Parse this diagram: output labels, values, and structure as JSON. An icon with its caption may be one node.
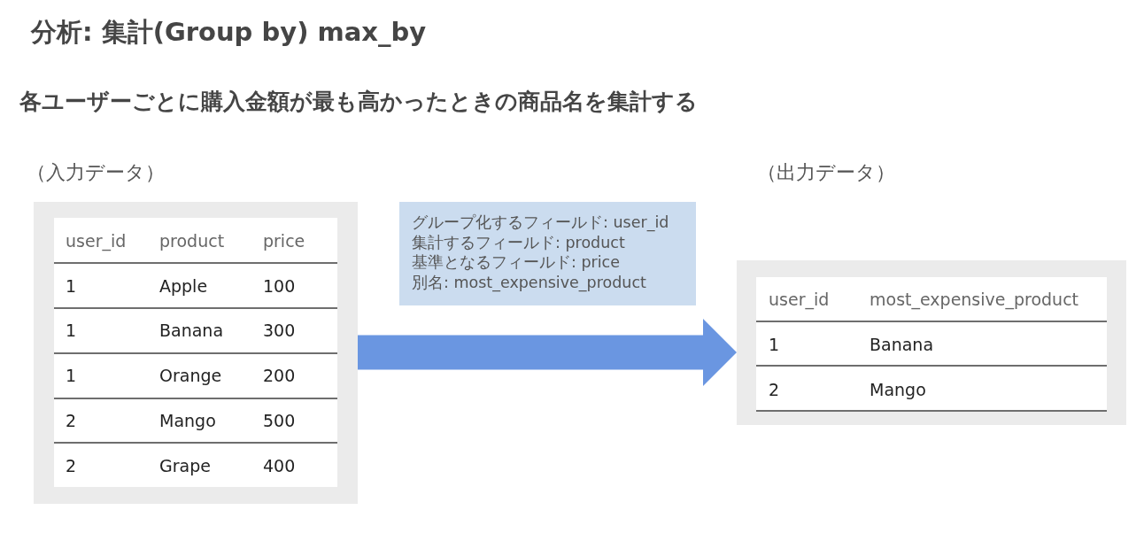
{
  "diagram": {
    "title": "分析: 集計(Group by) max_by",
    "nodes": [
      {
        "text": [
          "（入力データ）"
        ]
      },
      {
        "text": [
          "グループ化するフィールド: user_id",
          "集計するフィールド: product",
          "基準となるフィールド: price",
          "別名: most_expensive_product"
        ]
      },
      {
        "text": [],
        "shape": "box"
      }
    ],
    "edges": [
      {
        "from": 0,
        "to": 2,
        "arrow": "to"
      }
    ],
    "labels": [
      "各ユーザーごとに購入金額が最も高かったときの商品名を集計する",
      "（出力データ）",
      "user_id",
      "product",
      "price",
      "1",
      "Apple",
      "100",
      "1",
      "Banana",
      "300",
      "1",
      "Orange",
      "200",
      "2",
      "Mango",
      "500",
      "2",
      "Grape",
      "400",
      "user_id",
      "most_expensive_product",
      "1",
      "Banana",
      "2",
      "Mango"
    ]
  }
}
